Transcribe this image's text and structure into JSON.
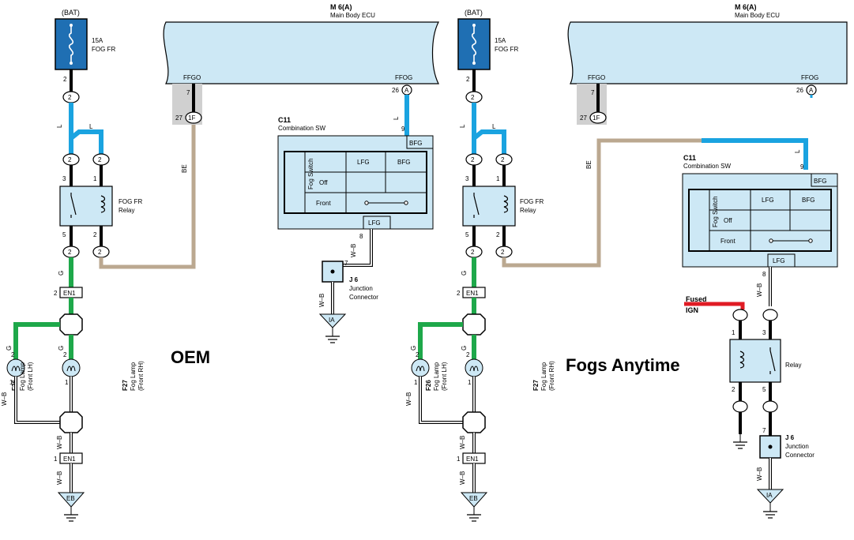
{
  "titles": {
    "oem": "OEM",
    "anytime": "Fogs Anytime"
  },
  "labels": {
    "bat": "(BAT)",
    "fuse_line1": "15A",
    "fuse_line2": "FOG FR",
    "ecu_id": "M 6(A)",
    "ecu_name": "Main Body ECU",
    "ffgo": "FFGO",
    "ffog": "FFOG",
    "relay_name_1": "FOG FR",
    "relay_name_2": "Relay",
    "relay": "Relay",
    "c11": "C11",
    "combo_sw": "Combination SW",
    "bfg": "BFG",
    "lfg": "LFG",
    "fog_switch": "Fog Switch",
    "off": "Off",
    "front": "Front",
    "j6": "J 6",
    "junction_1": "Junction",
    "junction_2": "Connector",
    "ia": "IA",
    "eb": "EB",
    "en1": "EN1",
    "f26": "F26",
    "f27": "F27",
    "fog_lamp": "Fog Lamp",
    "front_lh": "(Front LH)",
    "front_rh": "(Front RH)",
    "fused": "Fused",
    "ign": "IGN",
    "conn_2": "2",
    "conn_a": "A",
    "conn_1f": "1F",
    "wire_l": "L",
    "wire_g": "G",
    "wire_wb": "W–B",
    "wire_be": "BE"
  },
  "pins": {
    "p1": "1",
    "p2": "2",
    "p3": "3",
    "p5": "5",
    "p7": "7",
    "p8": "8",
    "p9": "9",
    "p26": "26",
    "p27": "27"
  }
}
